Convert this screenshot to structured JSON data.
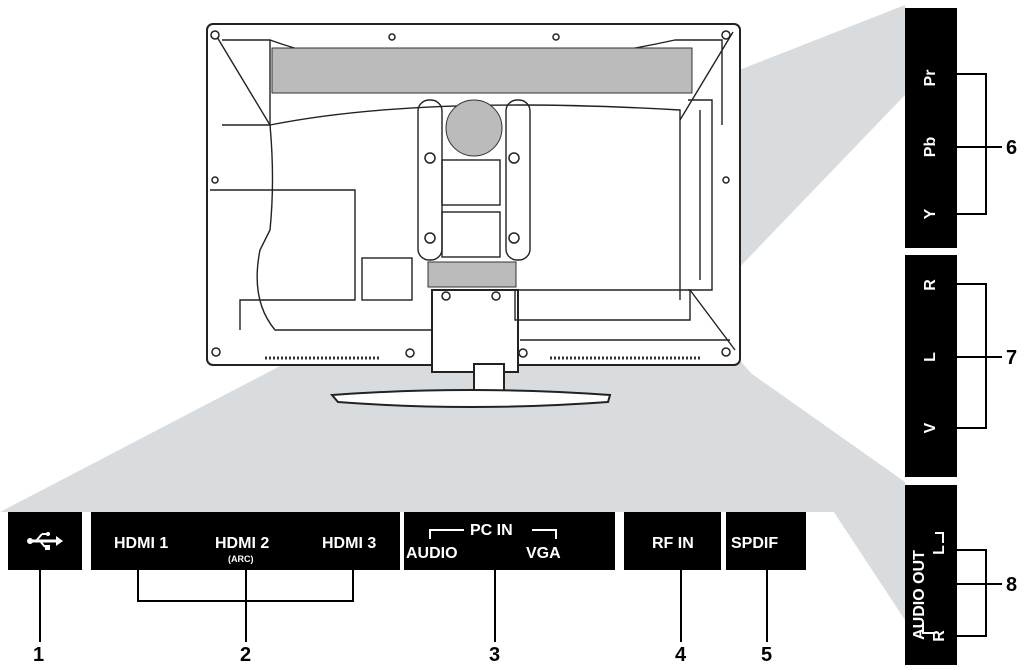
{
  "bottom_panel": {
    "usb_icon": "usb-icon",
    "hdmi1": "HDMI 1",
    "hdmi2": "HDMI 2",
    "hdmi2_sub": "(ARC)",
    "hdmi3": "HDMI 3",
    "pc_in": "PC IN",
    "audio": "AUDIO",
    "vga": "VGA",
    "rf_in": "RF IN",
    "spdif": "SPDIF"
  },
  "side_panel": {
    "pr": "Pr",
    "pb": "Pb",
    "y": "Y",
    "r": "R",
    "l": "L",
    "v": "V",
    "audio_out": "AUDIO OUT",
    "audio_out_l": "L",
    "audio_out_r": "R"
  },
  "callouts": [
    "1",
    "2",
    "3",
    "4",
    "5",
    "6",
    "7",
    "8"
  ],
  "colors": {
    "panel": "#000000",
    "fan": "#d9dcdf",
    "outline": "#222222"
  }
}
